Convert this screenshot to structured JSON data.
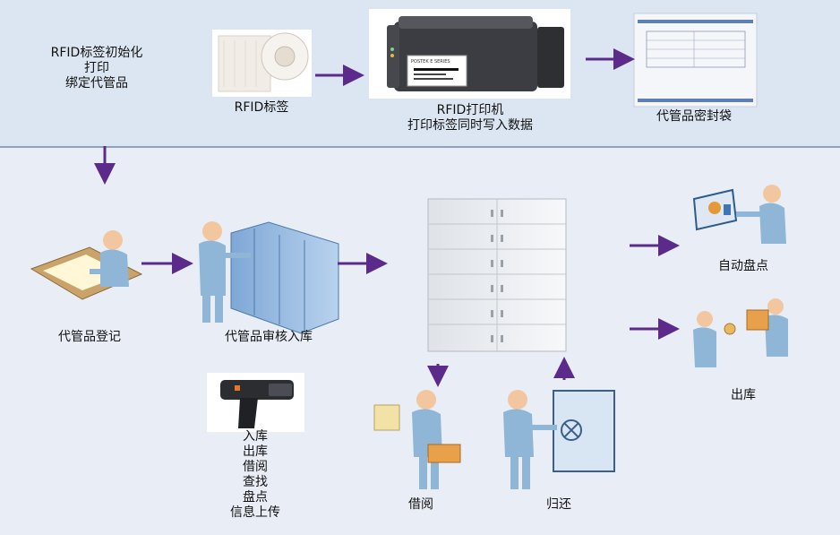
{
  "top": {
    "init_lines": [
      "RFID标签初始化",
      "打印",
      "绑定代管品"
    ],
    "tag_label": "RFID标签",
    "printer_lines": [
      "RFID打印机",
      "打印标签同时写入数据"
    ],
    "bag_label": "代管品密封袋",
    "printer_brand": "POSTEK E SERIES"
  },
  "flow": {
    "register": "代管品登记",
    "audit_in": "代管品审核入库",
    "auto_check": "自动盘点",
    "out": "出库",
    "borrow": "借阅",
    "return": "归还"
  },
  "handheld": {
    "functions": [
      "入库",
      "出库",
      "借阅",
      "查找",
      "盘点",
      "信息上传"
    ]
  },
  "colors": {
    "arrow": "#5b2a8a",
    "top_band": "#dce6f2",
    "bottom_band": "#e9eef6",
    "person": "#8fb6d6",
    "person_dark": "#5f8fb8",
    "skin": "#f2c7a0"
  }
}
